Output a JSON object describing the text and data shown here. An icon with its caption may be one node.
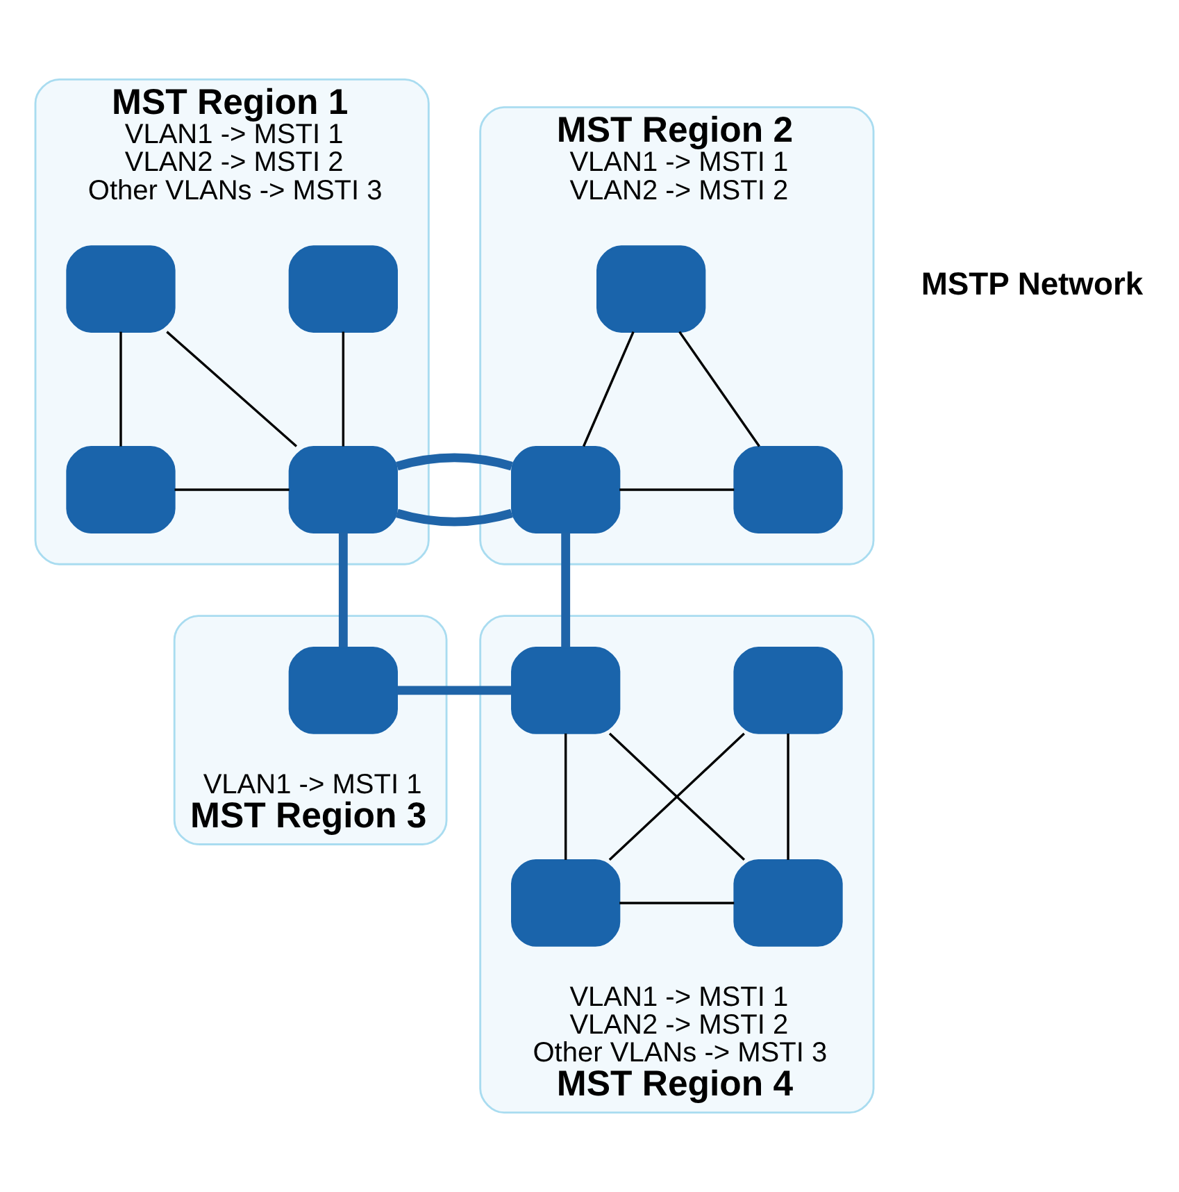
{
  "diagram": {
    "nodes": [
      {
        "text": [
          "MST Region 1",
          "VLAN1 -> MSTI 1",
          "VLAN2 -> MSTI 2",
          "Other VLANs -> MSTI 3"
        ]
      },
      {
        "text": [],
        "shape": "box",
        "in": 0
      },
      {
        "text": [],
        "shape": "box",
        "in": 0
      },
      {
        "text": [],
        "shape": "box",
        "in": 0
      },
      {
        "text": [],
        "shape": "box",
        "in": 0
      },
      {
        "text": [
          "MST Region 2",
          "VLAN1 -> MSTI 1",
          "VLAN2 -> MSTI 2"
        ]
      },
      {
        "text": [],
        "shape": "box",
        "in": 5
      },
      {
        "text": [],
        "shape": "box",
        "in": 5
      },
      {
        "text": [],
        "shape": "box",
        "in": 5
      },
      {
        "text": [
          "VLAN1 -> MSTI 1",
          "MST Region 3"
        ]
      },
      {
        "text": [],
        "shape": "box",
        "in": 9
      },
      {
        "text": [
          "VLAN1 -> MSTI 1",
          "VLAN2 -> MSTI 2",
          "Other VLANs -> MSTI 3",
          "MST Region 4"
        ]
      },
      {
        "text": [],
        "shape": "box",
        "in": 11
      },
      {
        "text": [],
        "shape": "box",
        "in": 11
      },
      {
        "text": [],
        "shape": "box",
        "in": 11
      },
      {
        "text": [],
        "shape": "box",
        "in": 11
      }
    ],
    "edges": [
      {
        "from": 1,
        "to": 3,
        "arrow": "none"
      },
      {
        "from": 1,
        "to": 4,
        "arrow": "none"
      },
      {
        "from": 2,
        "to": 4,
        "arrow": "none"
      },
      {
        "from": 3,
        "to": 4,
        "arrow": "none"
      },
      {
        "from": 4,
        "to": 7,
        "arrow": "none",
        "style": "thick",
        "color": "#1f64a8"
      },
      {
        "from": 4,
        "to": 10,
        "arrow": "none",
        "style": "thick",
        "color": "#1f64a8"
      },
      {
        "from": 10,
        "to": 12,
        "arrow": "none",
        "style": "thick",
        "color": "#1f64a8"
      },
      {
        "from": 7,
        "to": 12,
        "arrow": "none",
        "style": "thick",
        "color": "#1f64a8"
      },
      {
        "from": 6,
        "to": 7,
        "arrow": "none"
      },
      {
        "from": 6,
        "to": 8,
        "arrow": "none"
      },
      {
        "from": 7,
        "to": 8,
        "arrow": "none"
      },
      {
        "from": 12,
        "to": 14,
        "arrow": "none"
      },
      {
        "from": 12,
        "to": 15,
        "arrow": "none"
      },
      {
        "from": 13,
        "to": 14,
        "arrow": "none"
      },
      {
        "from": 13,
        "to": 15,
        "arrow": "none"
      },
      {
        "from": 14,
        "to": 15,
        "arrow": "none"
      }
    ],
    "labels": [
      "MSTP Network"
    ]
  }
}
